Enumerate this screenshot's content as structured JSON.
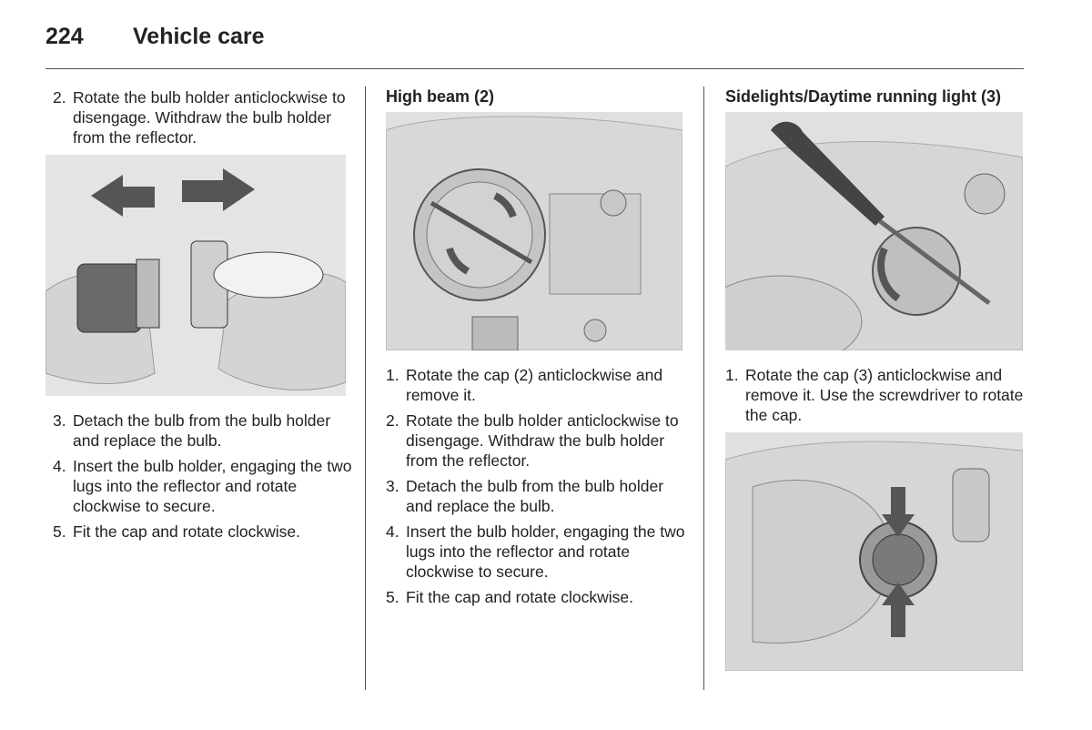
{
  "header": {
    "page_number": "224",
    "title": "Vehicle care"
  },
  "col1": {
    "steps_top": [
      {
        "num": "2.",
        "text": "Rotate the bulb holder anticlockwise to disengage. Withdraw the bulb holder from the reflector."
      }
    ],
    "steps_bottom": [
      {
        "num": "3.",
        "text": "Detach the bulb from the bulb holder and replace the bulb."
      },
      {
        "num": "4.",
        "text": "Insert the bulb holder, engaging the two lugs into the reflector and rotate clockwise to secure."
      },
      {
        "num": "5.",
        "text": "Fit the cap and rotate clockwise."
      }
    ]
  },
  "col2": {
    "heading": "High beam (2)",
    "steps": [
      {
        "num": "1.",
        "text": "Rotate the cap (2) anticlockwise and remove it."
      },
      {
        "num": "2.",
        "text": "Rotate the bulb holder anticlockwise to disengage. Withdraw the bulb holder from the reflector."
      },
      {
        "num": "3.",
        "text": "Detach the bulb from the bulb holder and replace the bulb."
      },
      {
        "num": "4.",
        "text": "Insert the bulb holder, engaging the two lugs into the reflector and rotate clockwise to secure."
      },
      {
        "num": "5.",
        "text": "Fit the cap and rotate clockwise."
      }
    ]
  },
  "col3": {
    "heading": "Sidelights/Daytime running light (3)",
    "steps": [
      {
        "num": "1.",
        "text": "Rotate the cap (3) anticlockwise and remove it. Use the screwdriver to rotate the cap."
      }
    ]
  }
}
